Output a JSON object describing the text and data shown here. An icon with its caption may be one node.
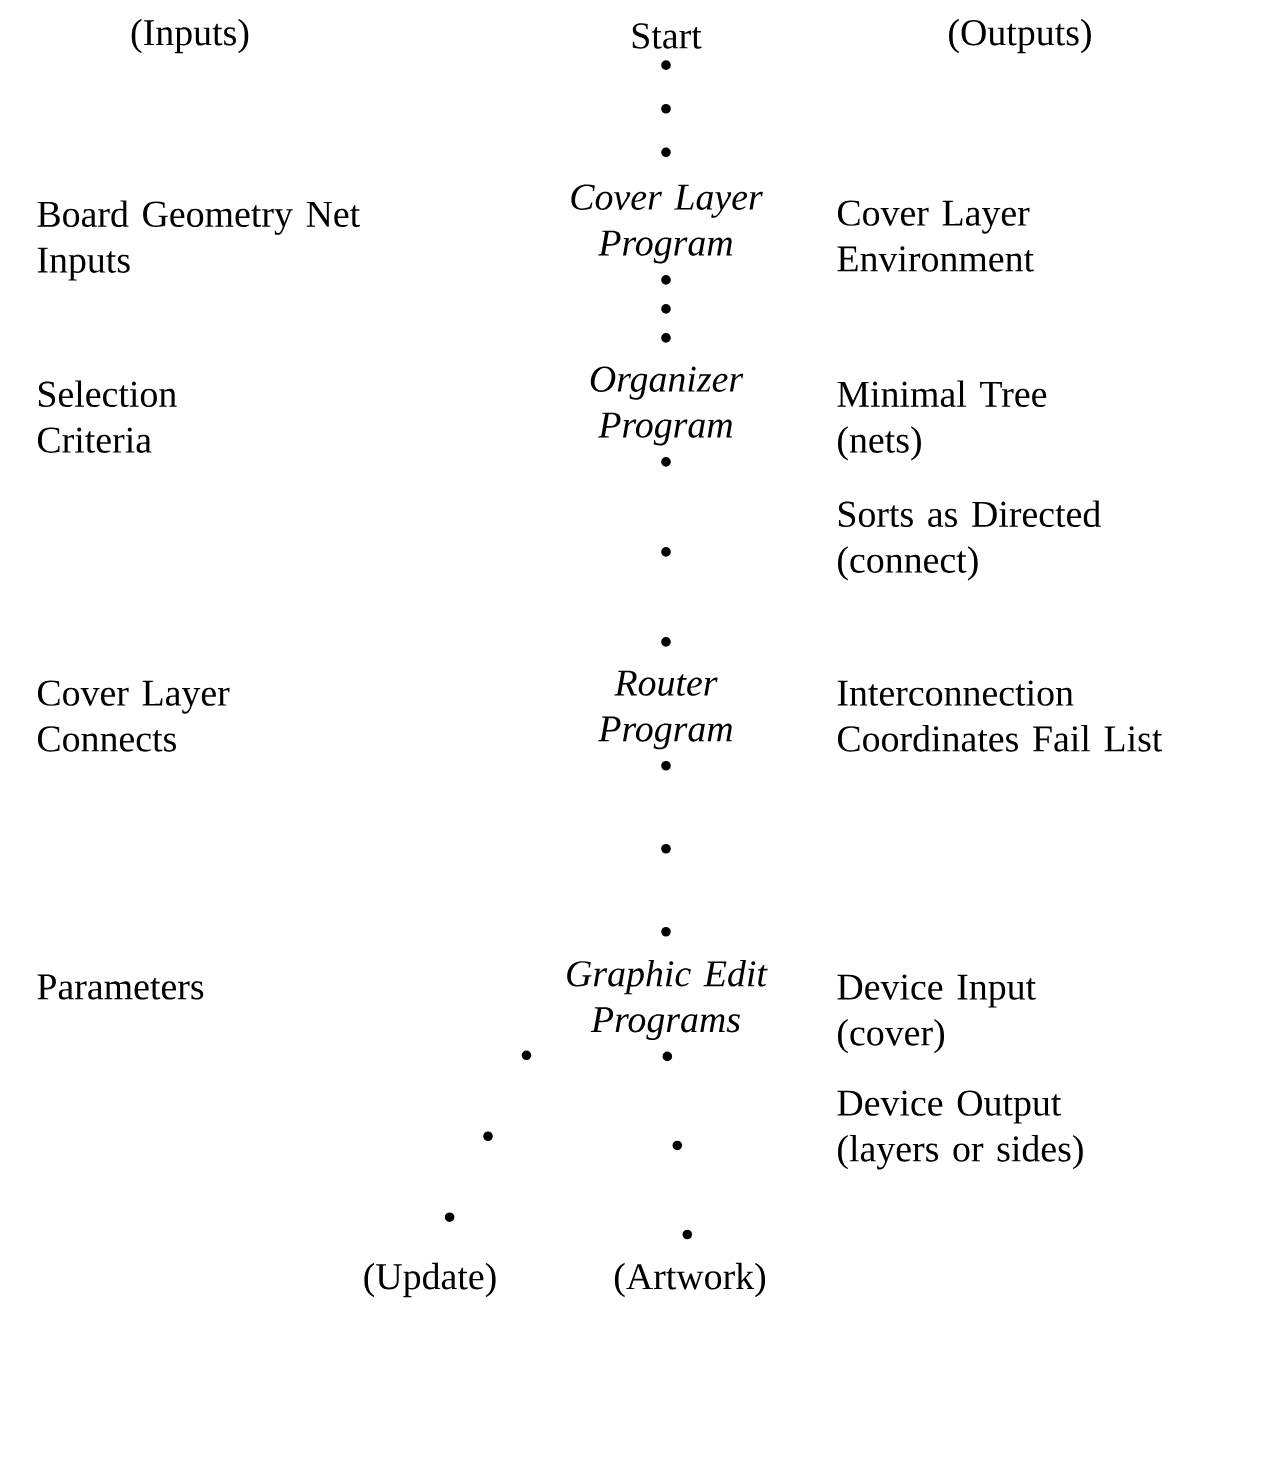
{
  "diagram": {
    "nodes": [
      {
        "text": [
          "Start"
        ]
      },
      {
        "text": [
          "Cover Layer Program"
        ]
      },
      {
        "text": [
          "Organizer Program"
        ]
      },
      {
        "text": [
          "Router Program"
        ]
      },
      {
        "text": [
          "Graphic Edit Programs"
        ]
      },
      {
        "text": [
          "(Update)"
        ]
      },
      {
        "text": [
          "(Artwork)"
        ]
      }
    ],
    "edges": [
      {
        "from": 0,
        "to": 1,
        "arrow": "none"
      },
      {
        "from": 1,
        "to": 2,
        "arrow": "none"
      },
      {
        "from": 2,
        "to": 3,
        "arrow": "none"
      },
      {
        "from": 3,
        "to": 4,
        "arrow": "none"
      },
      {
        "from": 4,
        "to": 5,
        "arrow": "none"
      },
      {
        "from": 4,
        "to": 6,
        "arrow": "none"
      }
    ],
    "labels": [
      "(Inputs)",
      "(Outputs)",
      "Board Geometry Net Inputs",
      "Cover Layer Environment",
      "Selection Criteria",
      "Minimal Tree (nets)",
      "Sorts as Directed (connect)",
      "Cover Layer Connects",
      "Interconnection Coordinates Fail List",
      "Parameters",
      "Device Input (cover)",
      "Device Output (layers or sides)"
    ]
  }
}
